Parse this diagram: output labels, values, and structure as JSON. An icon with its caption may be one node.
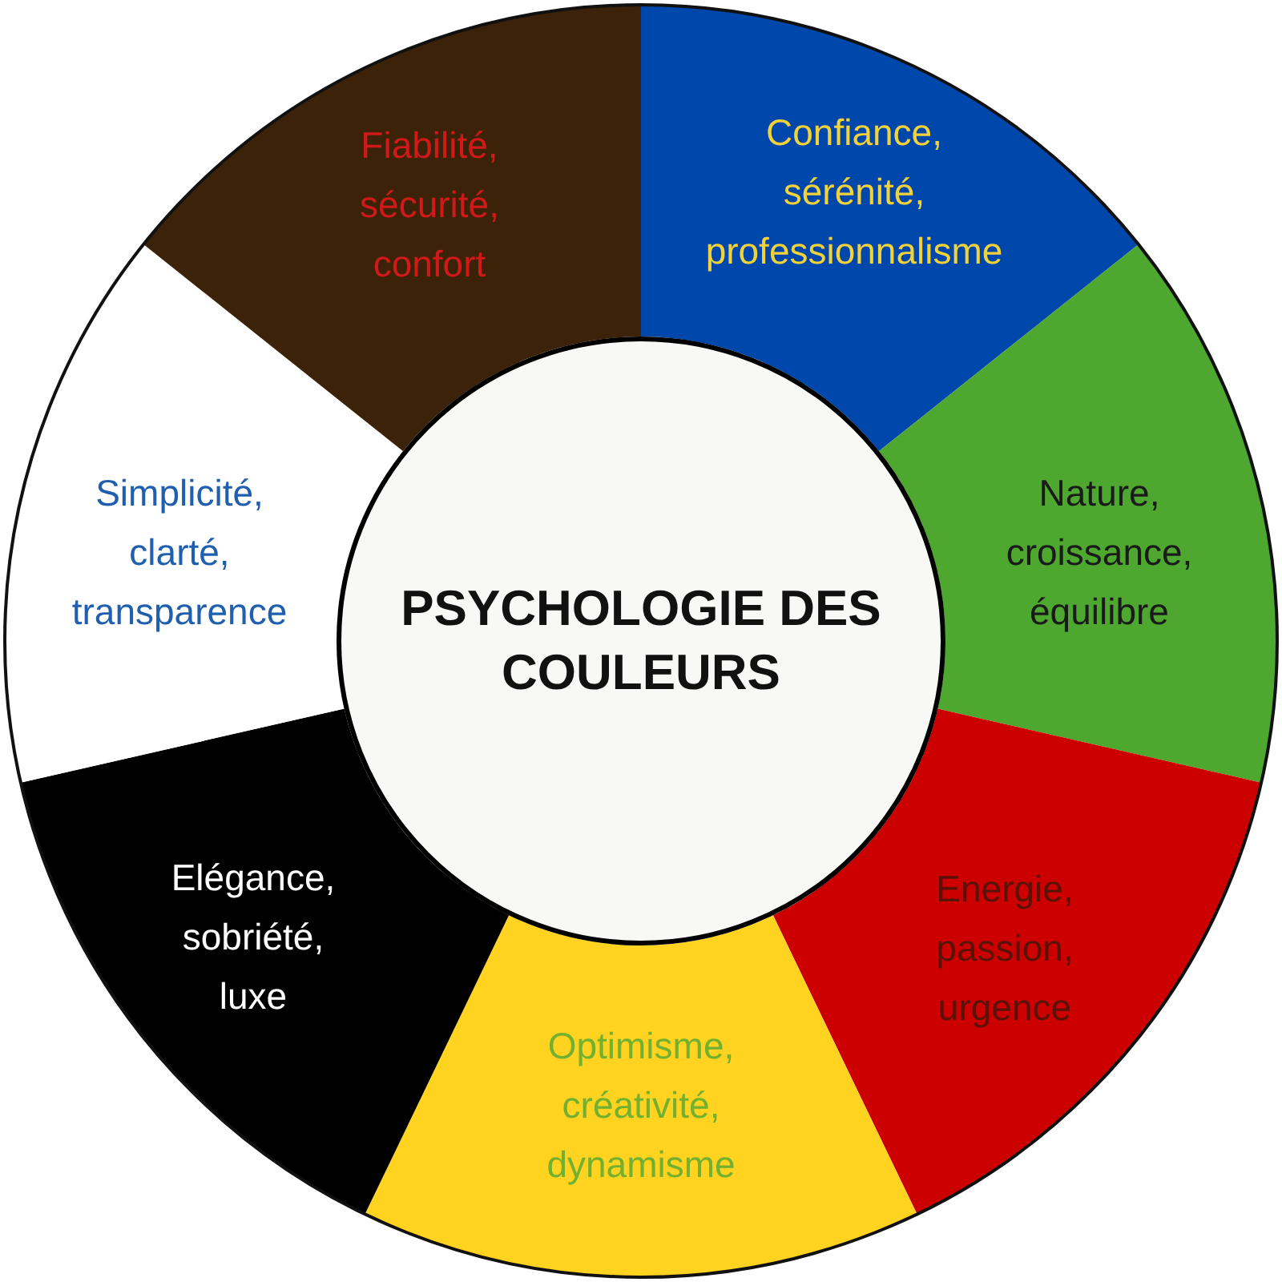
{
  "diagram": {
    "nodes": [
      {
        "text": [
          "PSYCHOLOGIE DES COULEURS"
        ]
      },
      {
        "text": [
          "Confiance, sérénité, professionnalisme"
        ]
      },
      {
        "text": [
          "Nature, croissance, équilibre"
        ]
      },
      {
        "text": [
          "Energie, passion, urgence"
        ]
      },
      {
        "text": [
          "Optimisme, créativité, dynamisme"
        ]
      },
      {
        "text": [
          "Elégance, sobriété, luxe"
        ]
      },
      {
        "text": [
          "Simplicité, clarté, transparence"
        ]
      },
      {
        "text": [
          "Fiabilité, sécurité, confort"
        ]
      }
    ]
  }
}
